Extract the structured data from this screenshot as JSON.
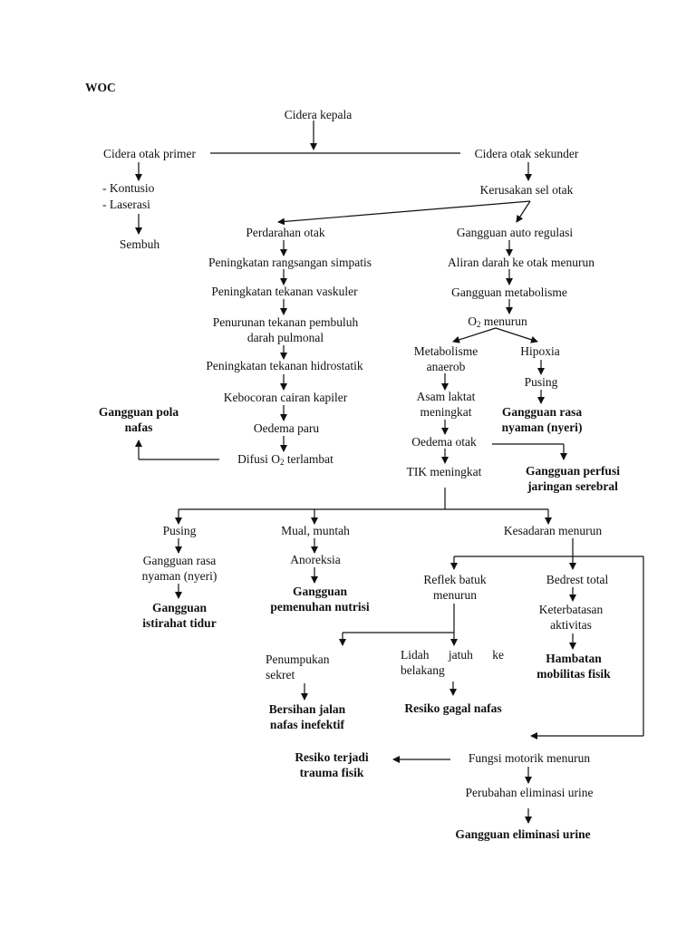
{
  "title": "WOC",
  "nodes": {
    "cidera_kepala": "Cidera kepala",
    "cidera_primer": "Cidera otak primer",
    "cidera_sekunder": "Cidera otak sekunder",
    "kontusio": "-  Kontusio",
    "laserasi": "-  Laserasi",
    "sembuh": "Sembuh",
    "kerusakan_sel": "Kerusakan sel otak",
    "perdarahan": "Perdarahan otak",
    "auto_regulasi": "Gangguan auto regulasi",
    "rangsangan_simpatis": "Peningkatan rangsangan simpatis",
    "aliran_darah": "Aliran darah ke otak menurun",
    "tekanan_vaskuler": "Peningkatan tekanan vaskuler",
    "gangguan_metabolisme": "Gangguan metabolisme",
    "penurunan_tekanan_1": "Penurunan tekanan pembuluh",
    "penurunan_tekanan_2": "darah pulmonal",
    "o2_menurun_pre": "O",
    "o2_menurun_sub": "2",
    "o2_menurun_post": " menurun",
    "metabolisme_anaerob_1": "Metabolisme",
    "metabolisme_anaerob_2": "anaerob",
    "hipoxia": "Hipoxia",
    "tekanan_hidrostatik": "Peningkatan tekanan hidrostatik",
    "pusing_1": "Pusing",
    "kebocoran": "Kebocoran cairan kapiler",
    "asam_laktat_1": "Asam laktat",
    "asam_laktat_2": "meningkat",
    "dx_rasa_nyaman_1": "Gangguan rasa",
    "dx_rasa_nyaman_2": "nyaman (nyeri)",
    "dx_pola_nafas_1": "Gangguan pola",
    "dx_pola_nafas_2": "nafas",
    "oedema_paru": "Oedema paru",
    "oedema_otak": "Oedema otak",
    "difusi_pre": "Difusi O",
    "difusi_sub": "2",
    "difusi_post": " terlambat",
    "tik": "TIK meningkat",
    "dx_perfusi_1": "Gangguan perfusi",
    "dx_perfusi_2": "jaringan serebral",
    "pusing_2": "Pusing",
    "mual": "Mual, muntah",
    "kesadaran": "Kesadaran menurun",
    "rasa_nyaman_2_1": "Gangguan rasa",
    "rasa_nyaman_2_2": "nyaman (nyeri)",
    "anoreksia": "Anoreksia",
    "refleks_1": "Reflek batuk",
    "refleks_2": "menurun",
    "bedrest": "Bedrest total",
    "dx_istirahat_1": "Gangguan",
    "dx_istirahat_2": "istirahat tidur",
    "dx_nutrisi_1": "Gangguan",
    "dx_nutrisi_2": "pemenuhan nutrisi",
    "keterbatasan_1": "Keterbatasan",
    "keterbatasan_2": "aktivitas",
    "penumpukan_1": "Penumpukan",
    "penumpukan_2": "sekret",
    "lidah_w1": "Lidah",
    "lidah_w2": "jatuh",
    "lidah_w3": "ke",
    "lidah_2": "belakang",
    "dx_mobilitas_1": "Hambatan",
    "dx_mobilitas_2": "mobilitas fisik",
    "dx_jalan_nafas_1": "Bersihan jalan",
    "dx_jalan_nafas_2": "nafas inefektif",
    "dx_gagal_nafas": "Resiko gagal nafas",
    "dx_trauma_1": "Resiko terjadi",
    "dx_trauma_2": "trauma fisik",
    "fungsi_motorik": "Fungsi motorik menurun",
    "eliminasi": "Perubahan eliminasi urine",
    "dx_eliminasi": "Gangguan eliminasi urine"
  }
}
